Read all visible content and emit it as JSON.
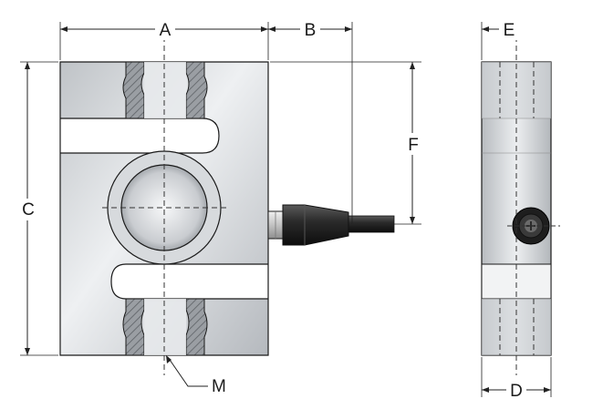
{
  "labels": {
    "a": "A",
    "b": "B",
    "c": "C",
    "d": "D",
    "e": "E",
    "f": "F",
    "m": "M"
  },
  "colors": {
    "body_light": "#e4e6e8",
    "body_mid": "#c8cbcf",
    "body_dark": "#9ea3a8",
    "connector": "#2a2a2a",
    "line": "#1a1a1a"
  }
}
